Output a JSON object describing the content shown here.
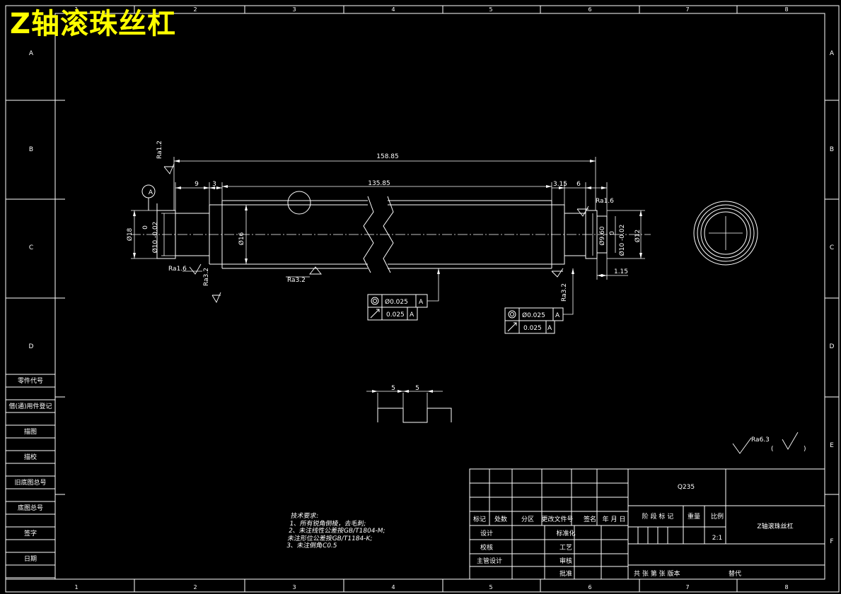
{
  "title": "Z轴滚珠丝杠",
  "grid": {
    "cols": [
      "1",
      "2",
      "3",
      "4",
      "5",
      "6",
      "7",
      "8"
    ],
    "rows": [
      "A",
      "B",
      "C",
      "D",
      "E",
      "F"
    ]
  },
  "sidebar": [
    "零件代号",
    "借(通)用件登记",
    "描图",
    "描校",
    "旧底图总号",
    "底图总号",
    "签字",
    "日期"
  ],
  "dims": {
    "overall": "158.85",
    "middle": "135.85",
    "left_a": "9",
    "left_b": "3",
    "right_a": "3.15",
    "right_b": "6",
    "right_c": "1.15",
    "dia_left_outer": "Ø18",
    "dia_left_shaft": "Ø10 -0.02",
    "dia_left_zero": "0",
    "dia_mid": "Ø16",
    "dia_right_a": "Ø9.60",
    "dia_right_b": "Ø10 -0.02",
    "dia_right_zero": "0",
    "dia_right_outer": "Ø12",
    "detail_a": "5",
    "detail_b": "5"
  },
  "datum": "A",
  "roughness": {
    "left_top": "Ra1.2",
    "left_bottom": "Ra1.6",
    "left_bottom2": "Ra3.2",
    "middle": "Ra3.2",
    "right_top": "Ra1.6",
    "right_bottom": "Ra3.2",
    "general": "Ra6.3"
  },
  "tolerances": [
    {
      "symbol": "concentricity",
      "value": "Ø0.025",
      "datum": "A"
    },
    {
      "symbol": "runout",
      "value": "0.025",
      "datum": "A"
    },
    {
      "symbol": "concentricity",
      "value": "Ø0.025",
      "datum": "A"
    },
    {
      "symbol": "runout",
      "value": "0.025",
      "datum": "A"
    }
  ],
  "tech_req": [
    "技术要求:",
    "1、所有锐角倒棱，去毛刺;",
    "2、未注线性公差按GB/T1804-M;",
    "未注形位公差按GB/T1184-K;",
    "3、未注倒角C0.5"
  ],
  "titleblock": {
    "material": "Q235",
    "name": "Z轴滚珠丝杠",
    "scale": "2:1",
    "headers": [
      "标记",
      "处数",
      "分区",
      "更改文件号",
      "签名",
      "年 月 日"
    ],
    "stage_headers": [
      "阶 段 标 记",
      "重量",
      "比例"
    ],
    "roles_left": [
      "设计",
      "校核",
      "主管设计"
    ],
    "roles_mid": [
      "标准化",
      "工艺",
      "审核",
      "批准"
    ],
    "bottom": "共   张 第   张 版本",
    "replace": "替代"
  }
}
